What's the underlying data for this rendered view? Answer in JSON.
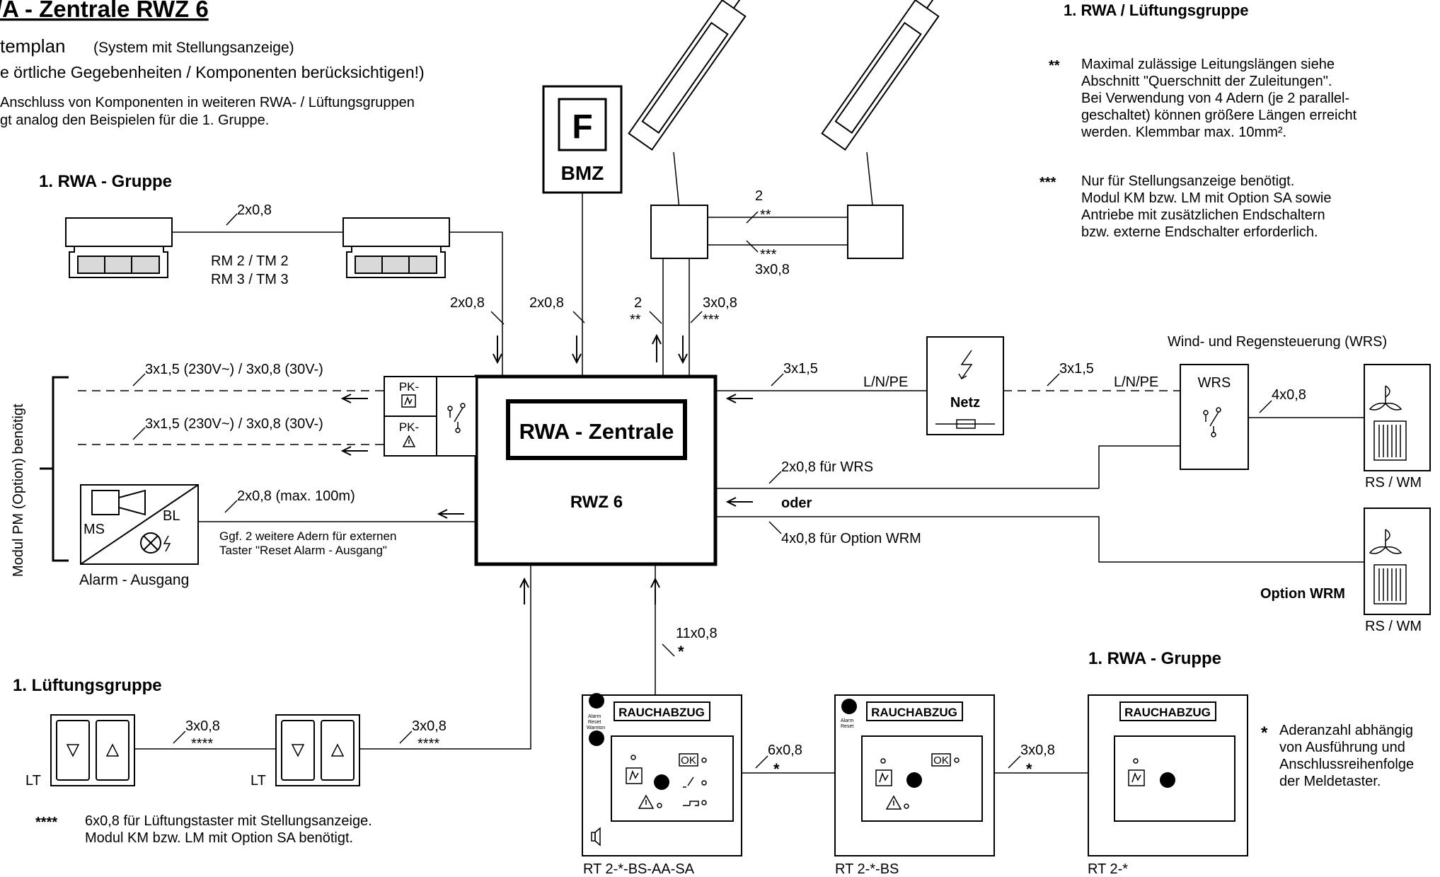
{
  "header": {
    "title": "/A - Zentrale  RWZ 6",
    "subtitle_main": "templan",
    "subtitle_note": "(System mit Stellungsanzeige)",
    "line2": "e örtliche Gegebenheiten / Komponenten berücksichtigen!)",
    "line3": "Anschluss von Komponenten in weiteren RWA- / Lüftungsgruppen",
    "line4": "gt analog den Beispielen für die 1. Gruppe."
  },
  "sections": {
    "rwa_group_top": "1. RWA - Gruppe",
    "rwa_group_bottom": "1. RWA - Gruppe",
    "vent_group": "1. Lüftungsgruppe",
    "rwa_vent_group": "1. RWA / Lüftungsgruppe"
  },
  "notes": {
    "n2_mark": "**",
    "n2_lines": [
      "Maximal zulässige Leitungslängen siehe",
      "Abschnitt \"Querschnitt der Zuleitungen\".",
      "Bei Verwendung von 4 Adern (je 2 parallel-",
      "geschaltet) können größere Längen erreicht",
      "werden. Klemmbar max. 10mm²."
    ],
    "n3_mark": "***",
    "n3_lines": [
      "Nur für Stellungsanzeige benötigt.",
      "Modul KM bzw. LM mit Option SA sowie",
      "Antriebe mit zusätzlichen Endschaltern",
      "bzw. externe Endschalter erforderlich."
    ],
    "n1_mark": "*",
    "n1_lines": [
      "Aderanzahl abhängig",
      "von Ausführung und",
      "Anschlussreihenfolge",
      "der Meldetaster."
    ],
    "n4_mark": "****",
    "n4_lines": [
      "6x0,8 für Lüftungstaster mit Stellungsanzeige.",
      "Modul KM bzw. LM mit Option SA benötigt."
    ]
  },
  "central": {
    "label": "RWA - Zentrale",
    "model": "RWZ 6"
  },
  "bmz": {
    "letter": "F",
    "label": "BMZ"
  },
  "netz": {
    "label": "Netz",
    "lnpe1": "L/N/PE",
    "lnpe2": "L/N/PE"
  },
  "wrs": {
    "title": "Wind- und Regensteuerung (WRS)",
    "label": "WRS",
    "rs_wm_1": "RS / WM",
    "rs_wm_2": "RS / WM",
    "option_wrm": "Option WRM"
  },
  "side": {
    "module_pm": "Modul PM (Option) benötigt",
    "pk1": "PK-",
    "pk2": "PK-",
    "alarm_ms": "MS",
    "alarm_bl": "BL",
    "alarm_label": "Alarm - Ausgang",
    "alarm_note1": "Ggf. 2 weitere Adern für externen",
    "alarm_note2": "Taster \"Reset Alarm - Ausgang\""
  },
  "sensors": {
    "label": "RM 2 / TM 2",
    "label2": "RM 3 / TM 3"
  },
  "vent": {
    "lt1": "LT",
    "lt2": "LT"
  },
  "panels": {
    "p1_name": "RT 2-*-BS-AA-SA",
    "p2_name": "RT 2-*-BS",
    "p3_name": "RT 2-*",
    "rauchabzug": "RAUCHABZUG",
    "ok": "OK",
    "alarm": "Alarm",
    "reset": "Reset",
    "warnton": "Warnton"
  },
  "cables": {
    "c_sensor_top": "2x0,8",
    "c_sensor_down": "2x0,8",
    "c_bmz": "2x0,8",
    "c_act_2": "2",
    "c_act_2s": "**",
    "c_act_3": "3x0,8",
    "c_act_3s": "***",
    "c_between_2": "2",
    "c_between_2s": "**",
    "c_between_3s": "***",
    "c_between_3": "3x0,8",
    "c_230_1": "3x1,5 (230V~) / 3x0,8 (30V-)",
    "c_230_2": "3x1,5 (230V~) / 3x0,8 (30V-)",
    "c_alarm": "2x0,8 (max. 100m)",
    "c_netz1": "3x1,5",
    "c_netz2": "3x1,5",
    "c_wrs": "4x0,8",
    "c_wrs_line": "2x0,8 für WRS",
    "c_oder": "oder",
    "c_wrm_line": "4x0,8 für Option WRM",
    "c_panels": "11x0,8",
    "c_panels_s": "*",
    "c_p12": "6x0,8",
    "c_p12_s": "*",
    "c_p23": "3x0,8",
    "c_p23_s": "*",
    "c_lt1": "3x0,8",
    "c_lt1_s": "****",
    "c_lt2": "3x0,8",
    "c_lt2_s": "****"
  }
}
